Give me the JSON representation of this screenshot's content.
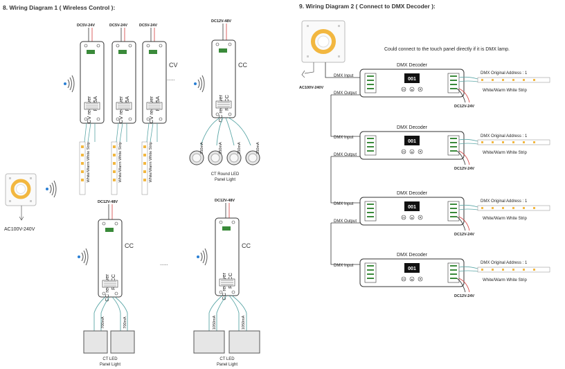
{
  "titles": {
    "left": "8. Wiring Diagram 1 ( Wireless Control ):",
    "right": "9. Wiring Diagram 2 ( Connect to DMX Decoder ):"
  },
  "left": {
    "panel_power": "AC100V-240V",
    "cv_group": {
      "supplies": [
        "DC5V-24V",
        "DC5V-24V",
        "DC5V-24V"
      ],
      "receiver_name": "CV receiver",
      "receiver_model": "R4-5A",
      "mode": "CV",
      "ellipsis": "......",
      "strip_label": "White/Warm White Strip"
    },
    "cc_top": {
      "supply": "DC12V-48V",
      "receiver_name": "CC receiver",
      "receiver_model": "R4-CC",
      "mode": "CC",
      "currents": [
        "350mA",
        "350mA",
        "350mA",
        "350mA"
      ],
      "light_label_1": "CT Round LED",
      "light_label_2": "Panel Light"
    },
    "cc_bottom_left": {
      "supply": "DC12V-48V",
      "receiver_name": "CC receiver",
      "receiver_model": "R4-CC",
      "mode": "CC",
      "currents": [
        "700mA",
        "700mA"
      ],
      "light_label_1": "CT LED",
      "light_label_2": "Panel Light"
    },
    "cc_bottom_right": {
      "supply": "DC12V-48V",
      "receiver_name": "CC receiver",
      "receiver_model": "R4-CC",
      "mode": "CC",
      "currents": [
        "1050mA",
        "1050mA"
      ],
      "light_label_1": "CT LED",
      "light_label_2": "Panel Light"
    },
    "bottom_ellipsis": "......"
  },
  "right": {
    "panel_power": "AC100V-240V",
    "note": "Could connect to the touch panel directly if it is DMX lamp.",
    "decoders": [
      {
        "title": "DMX Decoder",
        "display": "001",
        "input": "DMX Input",
        "output": "DMX Output",
        "address": "DMX Original Address : 1",
        "strip": "White/Warm White Strip",
        "supply": "DC12V-24V"
      },
      {
        "title": "DMX Decoder",
        "display": "001",
        "input": "DMX Input",
        "output": "DMX Output",
        "address": "DMX Original Address : 1",
        "strip": "White/Warm White Strip",
        "supply": "DC12V-24V"
      },
      {
        "title": "DMX Decoder",
        "display": "001",
        "input": "DMX Input",
        "output": "DMX Output",
        "address": "DMX Original Address : 1",
        "strip": "White/Warm White Strip",
        "supply": "DC12V-24V"
      },
      {
        "title": "DMX Decoder",
        "display": "001",
        "input": "DMX Input",
        "output": "",
        "address": "DMX Original Address : 1",
        "strip": "White/Warm White Strip",
        "supply": "DC12V-24V"
      }
    ],
    "button_labels": [
      "M",
      "▲",
      "▼"
    ]
  },
  "colors": {
    "device_fill": "#ffffff",
    "device_stroke": "#333333",
    "terminal_green": "#3a8a3a",
    "wireless_blue": "#2a7fd4",
    "wire_teal": "#5aa6a6",
    "wire_red": "#d23c3c",
    "panel_ring": "#f2b740",
    "light_grey": "#d9d9d9"
  }
}
